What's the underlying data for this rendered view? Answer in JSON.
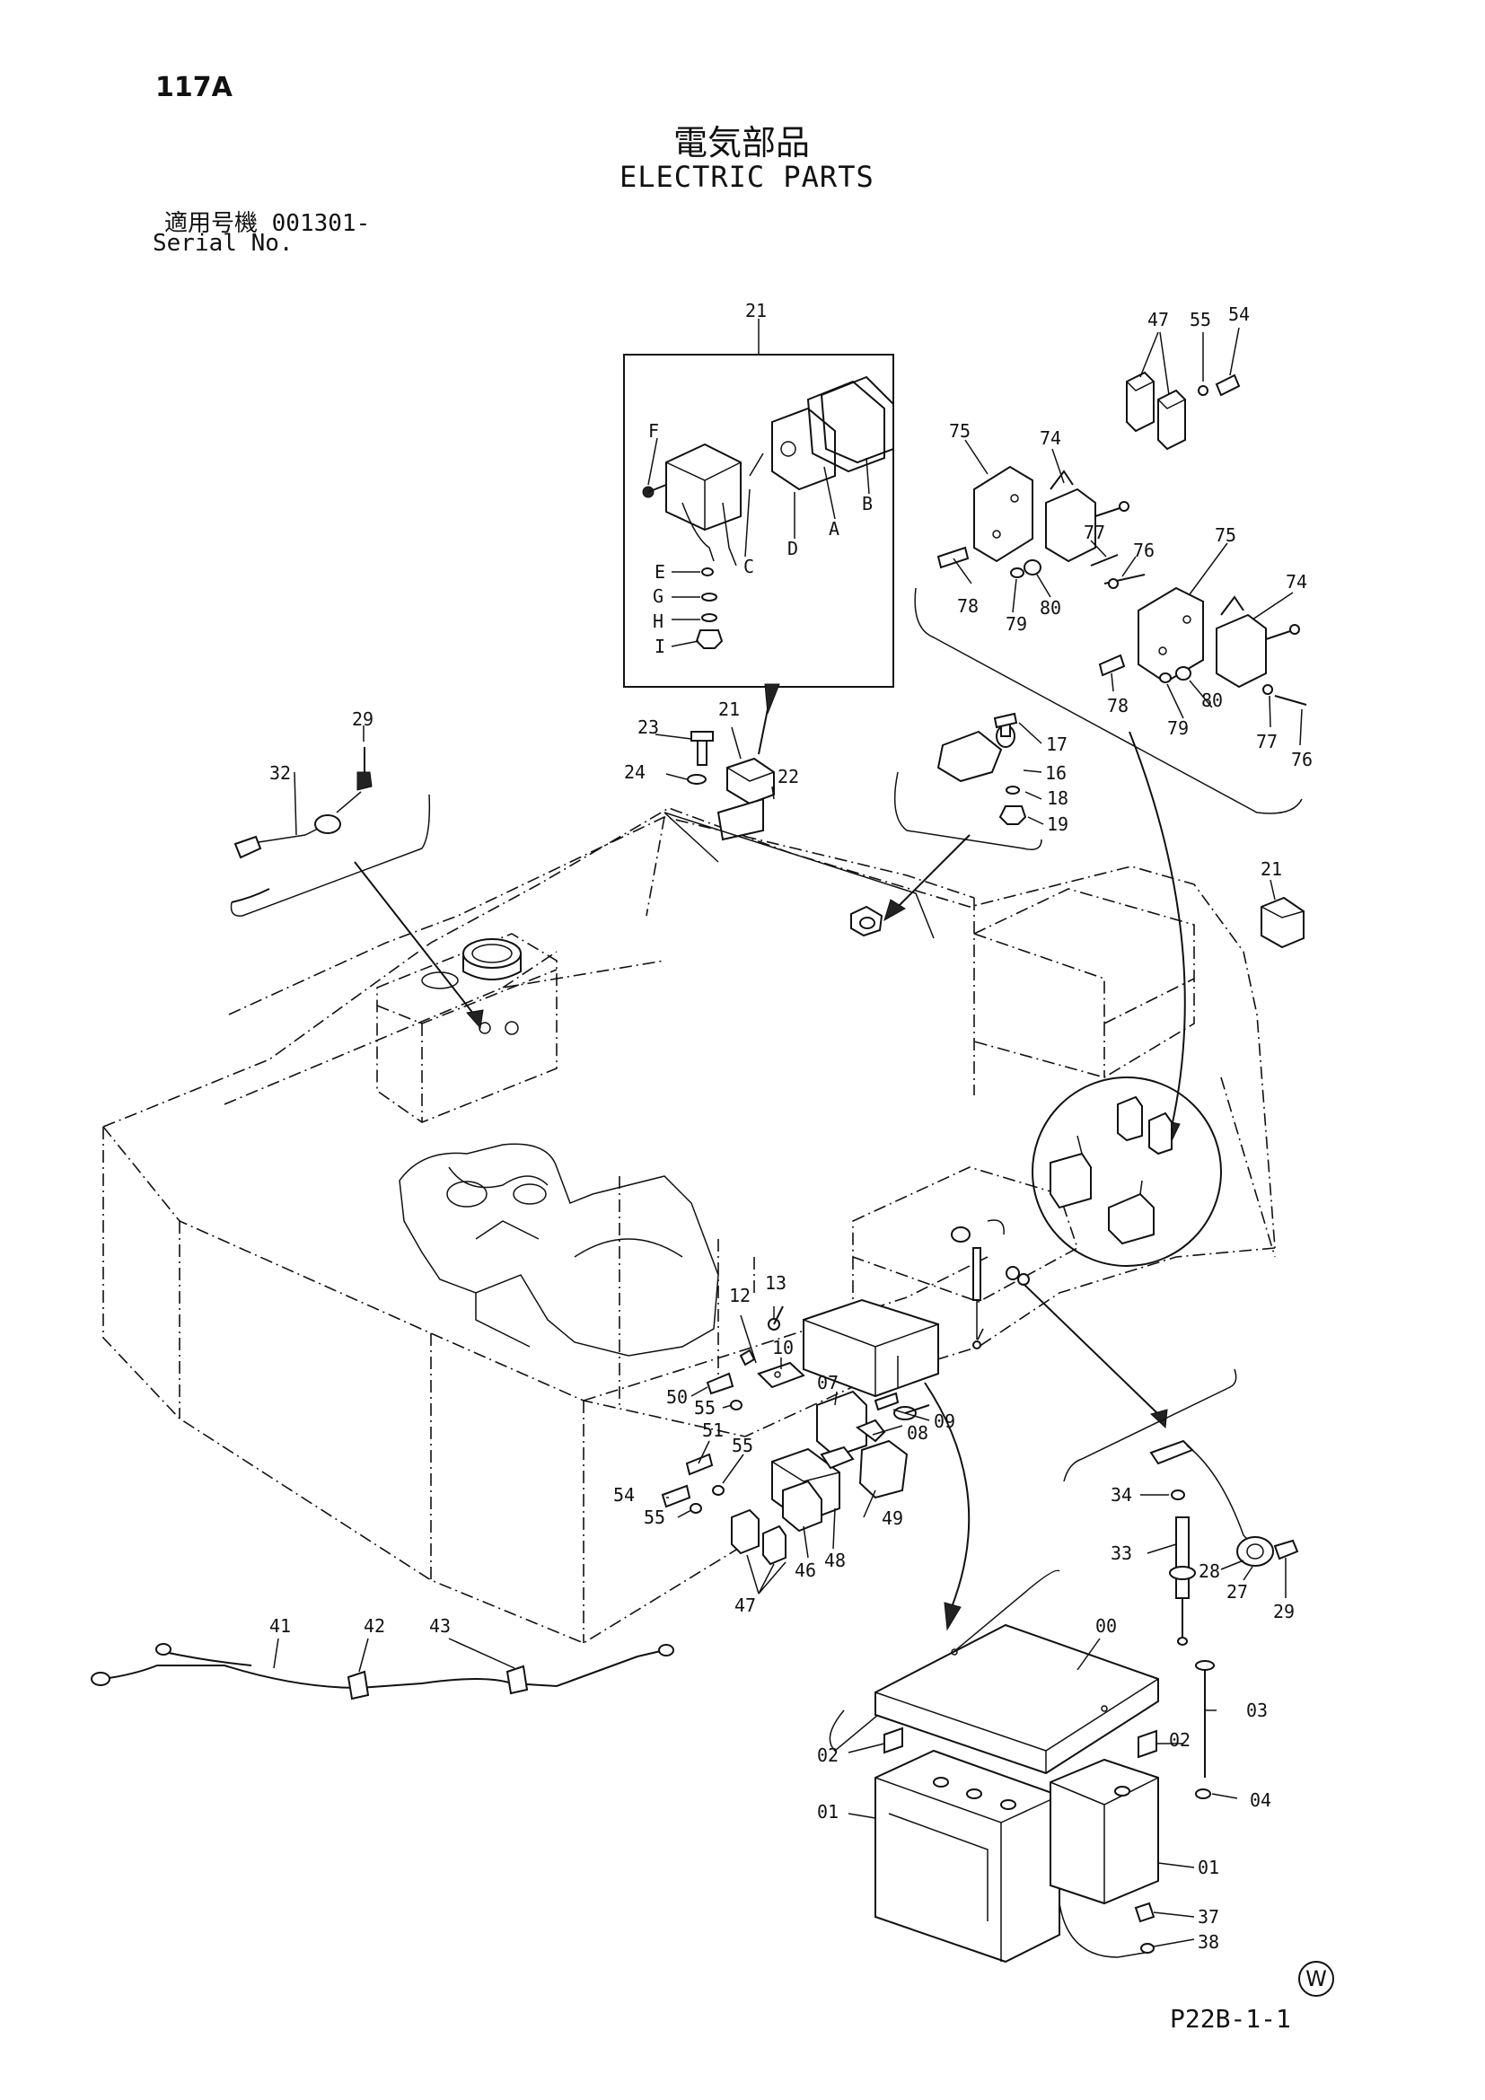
{
  "header": {
    "page_number": "117A",
    "title_jp": "電気部品",
    "title_en": "ELECTRIC PARTS",
    "serial_label_jp": "適用号機 001301-",
    "serial_label_en": "Serial No."
  },
  "footer": {
    "figure_ref": "P22B-1-1",
    "mark": "W"
  },
  "callouts": [
    "21",
    "F",
    "C",
    "D",
    "A",
    "B",
    "E",
    "G",
    "H",
    "I",
    "47",
    "55",
    "54",
    "75",
    "74",
    "77",
    "76",
    "78",
    "79",
    "80",
    "75",
    "74",
    "78",
    "79",
    "80",
    "77",
    "76",
    "29",
    "32",
    "23",
    "21",
    "24",
    "22",
    "17",
    "16",
    "18",
    "19",
    "21",
    "12",
    "13",
    "10",
    "07",
    "50",
    "55",
    "08",
    "09",
    "51",
    "55",
    "54",
    "55",
    "49",
    "46",
    "48",
    "47",
    "41",
    "42",
    "43",
    "34",
    "33",
    "28",
    "27",
    "29",
    "00",
    "03",
    "02",
    "02",
    "04",
    "01",
    "01",
    "37",
    "38"
  ]
}
